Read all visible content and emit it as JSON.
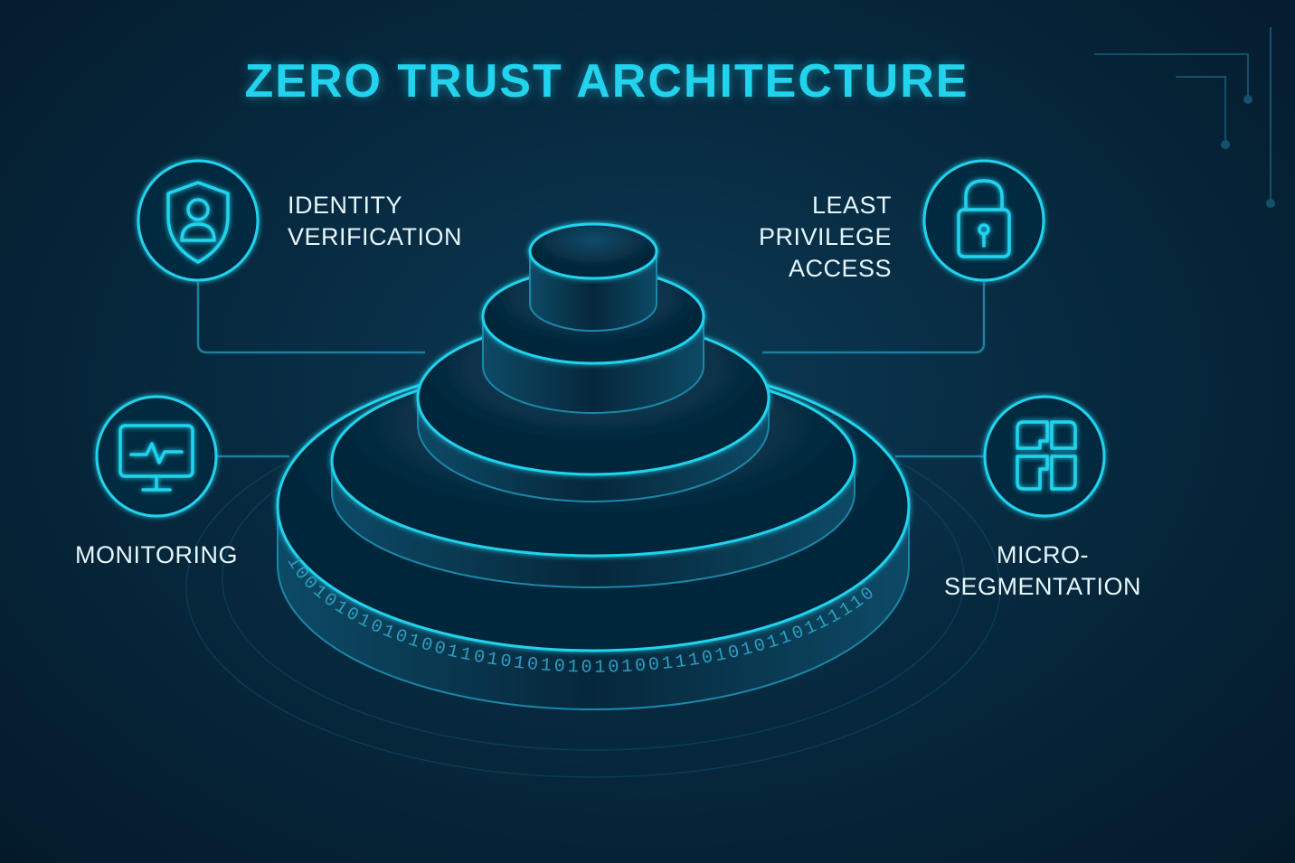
{
  "title": "ZERO TRUST ARCHITECTURE",
  "pillars": [
    {
      "icon": "shield-user-icon",
      "lines": [
        "IDENTITY",
        "VERIFICATION"
      ]
    },
    {
      "icon": "padlock-icon",
      "lines": [
        "LEAST",
        "PRIVILEGE",
        "ACCESS"
      ]
    },
    {
      "icon": "monitor-pulse-icon",
      "lines": [
        "MONITORING"
      ]
    },
    {
      "icon": "segments-icon",
      "lines": [
        "MICRO-",
        "SEGMENTATION"
      ]
    }
  ],
  "binary_ring": "10010101010100110101010101010011101010110111110",
  "colors": {
    "accent": "#22d3ee",
    "background": "#062538",
    "text": "#e6f6fb"
  }
}
